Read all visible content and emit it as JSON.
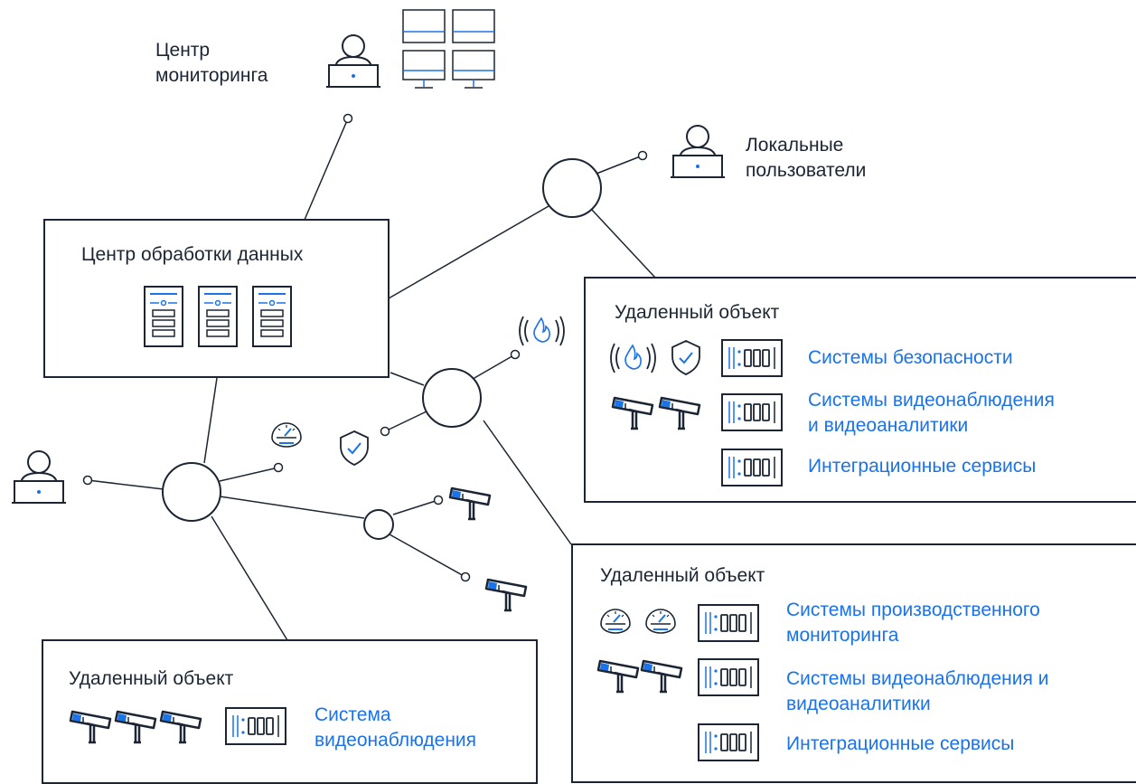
{
  "monitoring_center": {
    "line1": "Центр",
    "line2": "мониторинга"
  },
  "local_users": {
    "line1": "Локальные",
    "line2": "пользователи"
  },
  "data_center": {
    "title": "Центр обработки данных"
  },
  "remote_site_1": {
    "title": "Удаленный объект",
    "security_systems": "Системы безопасности",
    "video_line1": "Системы видеонаблюдения",
    "video_line2": "и видеоаналитики",
    "integration": "Интеграционные сервисы"
  },
  "remote_site_2": {
    "title": "Удаленный объект",
    "production_line1": "Системы производственного",
    "production_line2": "мониторинга",
    "video_line1": "Системы видеонаблюдения и",
    "video_line2": "видеоаналитики",
    "integration": "Интеграционные сервисы"
  },
  "remote_site_3": {
    "title": "Удаленный объект",
    "video_line1": "Система",
    "video_line2": "видеонаблюдения"
  },
  "colors": {
    "stroke": "#1b2533",
    "accent": "#1a73e8"
  },
  "icons": [
    "user-icon",
    "monitor-icon",
    "server-icon",
    "switch-icon",
    "camera-icon",
    "shield-icon",
    "fire-sensor-icon",
    "gauge-icon"
  ]
}
